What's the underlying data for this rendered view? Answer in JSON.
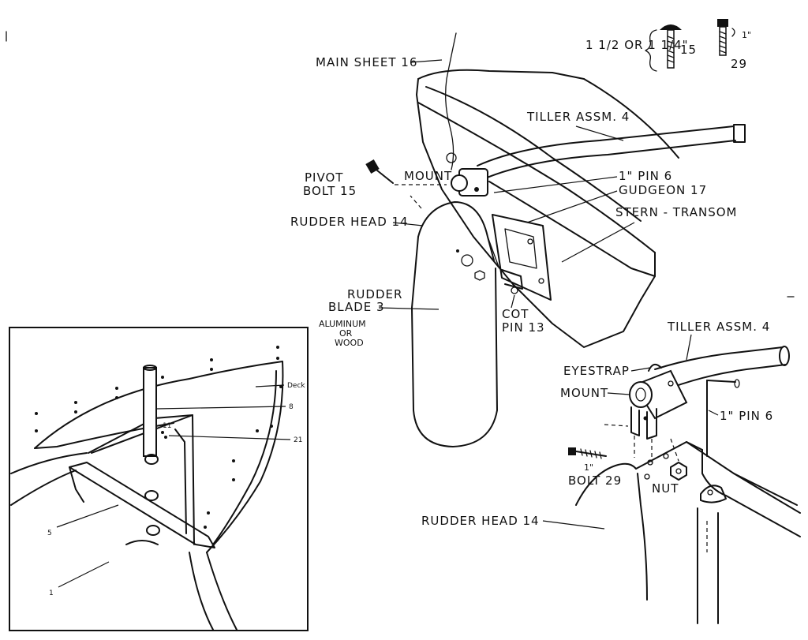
{
  "labels": {
    "main_sheet": "MAIN SHEET 16",
    "tiller_top": "TILLER ASSM. 4",
    "pivot": "PIVOT",
    "bolt15": "BOLT 15",
    "mount_top": "MOUNT",
    "pin6_top": "1\" PIN 6",
    "gudgeon": "GUDGEON 17",
    "stern": "STERN - TRANSOM",
    "rudder_head_top": "RUDDER HEAD 14",
    "rudder": "RUDDER",
    "blade": "BLADE 3",
    "aluminum": "ALUMINUM",
    "or": "OR",
    "wood": "WOOD",
    "cot": "COT",
    "pin13": "PIN 13",
    "tiller_detail": "TILLER ASSM. 4",
    "eyestrap": "EYESTRAP",
    "mount_detail": "MOUNT",
    "pin6_detail": "1\" PIN 6",
    "bolt29_size": "1\"",
    "bolt29": "BOLT 29",
    "nut": "NUT",
    "rudder_head_bottom": "RUDDER HEAD 14",
    "hw_size_a": "1 1/2 OR 1 1/4\"",
    "hw_15": "15",
    "hw_size_b": "1\"",
    "hw_29": "29"
  },
  "inset": {
    "deck": "Deck",
    "part8": "8",
    "part21": "21",
    "part5": "5",
    "part1": "1",
    "part11": "11"
  }
}
